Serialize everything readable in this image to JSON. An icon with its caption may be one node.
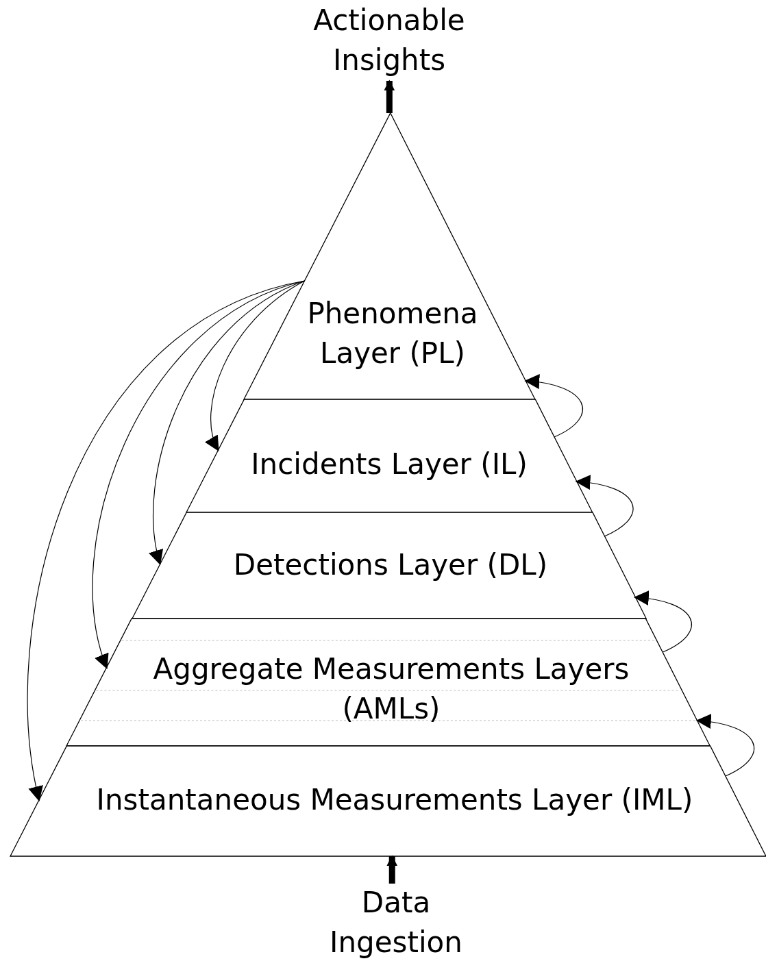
{
  "diagram": {
    "nodes": [
      {
        "text": [
          "Actionable Insights"
        ]
      },
      {
        "text": [
          "Phenomena Layer (PL)"
        ]
      },
      {
        "text": [
          "Incidents Layer (IL)"
        ]
      },
      {
        "text": [
          "Detections Layer (DL)"
        ]
      },
      {
        "text": [
          "Aggregate Measurements Layers (AMLs)"
        ]
      },
      {
        "text": [
          "Instantaneous Measurements Layer (IML)"
        ]
      },
      {
        "text": [
          "Data Ingestion"
        ]
      }
    ],
    "edges": [
      {
        "from": 1,
        "to": 0,
        "arrow": "to",
        "style": "thick"
      },
      {
        "from": 6,
        "to": 5,
        "arrow": "to",
        "style": "thick"
      },
      {
        "from": 1,
        "to": 2,
        "arrow": "to"
      },
      {
        "from": 1,
        "to": 3,
        "arrow": "to"
      },
      {
        "from": 1,
        "to": 4,
        "arrow": "to"
      },
      {
        "from": 1,
        "to": 5,
        "arrow": "to"
      },
      {
        "from": 2,
        "to": 1,
        "arrow": "to"
      },
      {
        "from": 3,
        "to": 2,
        "arrow": "to"
      },
      {
        "from": 4,
        "to": 3,
        "arrow": "to"
      },
      {
        "from": 5,
        "to": 4,
        "arrow": "to"
      }
    ]
  }
}
